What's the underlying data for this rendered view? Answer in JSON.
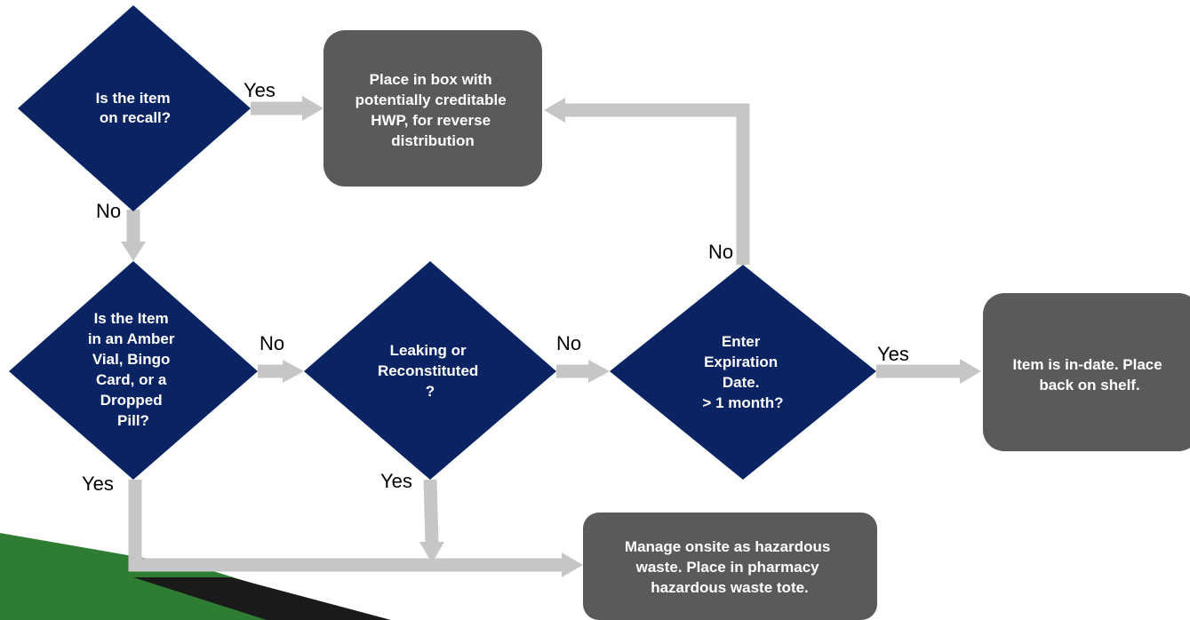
{
  "colors": {
    "decision_fill": "#0a2463",
    "process_fill": "#5a5a5a",
    "edge": "#c6c6c6",
    "stripe_green": "#2e7d32",
    "stripe_dark": "#1a1a1a"
  },
  "nodes": {
    "recall": [
      "Is the item",
      "on recall?"
    ],
    "place_box": [
      "Place in box with",
      "potentially creditable",
      "HWP, for reverse",
      "distribution"
    ],
    "amber": [
      "Is the Item",
      "in an Amber",
      "Vial, Bingo",
      "Card, or a",
      "Dropped",
      "Pill?"
    ],
    "leaking": [
      "Leaking or",
      "Reconstituted",
      "?"
    ],
    "expiration": [
      "Enter",
      "Expiration",
      "Date.",
      "> 1 month?"
    ],
    "in_date": [
      "Item is in-date. Place",
      "back on shelf."
    ],
    "hazardous": [
      "Manage onsite as hazardous",
      "waste. Place in pharmacy",
      "hazardous waste tote."
    ]
  },
  "edges": {
    "recall_yes": "Yes",
    "recall_no": "No",
    "amber_no": "No",
    "amber_yes": "Yes",
    "leaking_no": "No",
    "leaking_yes": "Yes",
    "expiration_no": "No",
    "expiration_yes": "Yes"
  }
}
